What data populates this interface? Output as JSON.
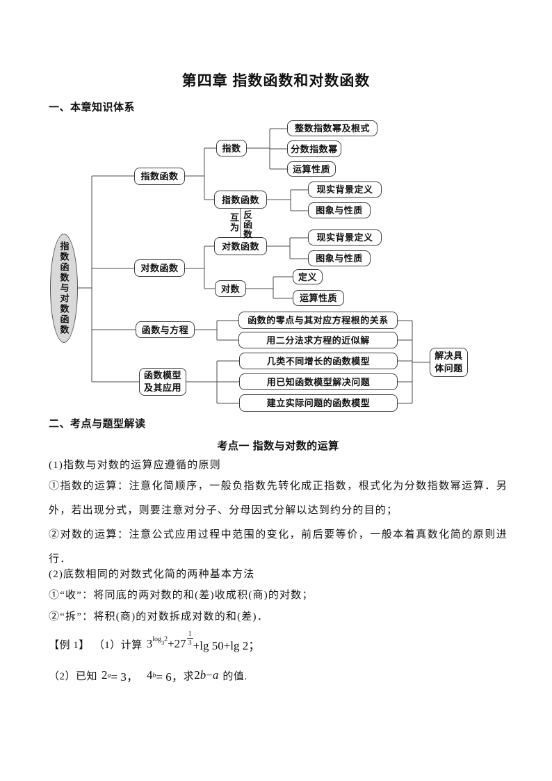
{
  "page": {
    "title": "第四章 指数函数和对数函数",
    "section1_heading": "一、本章知识体系",
    "section2_heading": "二、考点与题型解读",
    "topic_heading": "考点一 指数与对数的运算"
  },
  "diagram": {
    "root": "指数函数与对数函数",
    "inverse_label_left": "互为",
    "inverse_label_right": "反函数",
    "nodes": {
      "exp_fn_l2": "指数函数",
      "log_fn_l2": "对数函数",
      "fn_eq": "函数与方程",
      "fn_model": [
        "函数模型",
        "及其应用"
      ],
      "zhishu": "指数",
      "exp_fn_l3": "指数函数",
      "log_fn_l3": "对数函数",
      "duishu": "对数",
      "int_pow": "整数指数幂及根式",
      "frac_pow": "分数指数幂",
      "op_props_exp": "运算性质",
      "bg_def_exp": "现实背景定义",
      "graph_props_exp": "图象与性质",
      "bg_def_log": "现实背景定义",
      "graph_props_log": "图象与性质",
      "log_def": "定义",
      "op_props_log": "运算性质",
      "zero_roots": "函数的零点与其对应方程根的关系",
      "bisection": "用二分法求方程的近似解",
      "growth_models": "几类不同增长的函数模型",
      "known_models": "用已知函数模型解决问题",
      "build_models": "建立实际问题的函数模型",
      "solve": [
        "解决具",
        "体问题"
      ]
    }
  },
  "content": {
    "lines": [
      "(1)指数与对数的运算应遵循的原则",
      "①指数的运算：注意化简顺序，一般负指数先转化成正指数，根式化为分数指数幂运算．另",
      "外，若出现分式，则要注意对分子、分母因式分解以达到约分的目的；",
      "②对数的运算：注意公式应用过程中范围的变化，前后要等价，一般本着真数化简的原则进",
      "行．",
      "(2)底数相同的对数式化简的两种基本方法",
      "①“收”：将同底的两对数的和(差)收成积(商)的对数；",
      "②“拆”：将积(商)的对数拆成对数的和(差)．"
    ]
  },
  "example": {
    "label": "【例 1】",
    "part1": {
      "prefix": "（1）计算",
      "base1": "3",
      "sup_fn": "log",
      "sup_base": "3",
      "sup_arg": "2",
      "op1": "+",
      "base2": "27",
      "frac_num": "1",
      "frac_den": "3",
      "tail": "+lg 50+lg 2；"
    },
    "part2": {
      "prefix": "（2）已知",
      "t1_base": "2",
      "t1_exp": "a",
      "t1_rhs": "= 3，",
      "t2_base": "4",
      "t2_exp": "b",
      "t2_rhs": "= 6，",
      "seek": "求",
      "coef": "2",
      "var1": "b",
      "minus": "−",
      "var2": "a",
      "tail": "的值."
    }
  }
}
